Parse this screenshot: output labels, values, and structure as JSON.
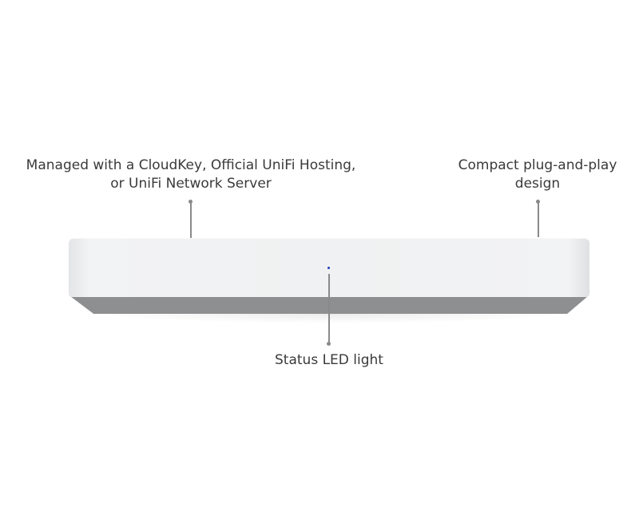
{
  "callouts": {
    "management": {
      "lines": [
        "Managed with a CloudKey, Official UniFi Hosting,",
        "or UniFi Network Server"
      ]
    },
    "design": {
      "lines": [
        "Compact plug-and-play",
        "design"
      ]
    },
    "led": {
      "text": "Status LED light"
    }
  },
  "colors": {
    "led": "#1e3fc4",
    "leader": "#8a8a8a"
  }
}
